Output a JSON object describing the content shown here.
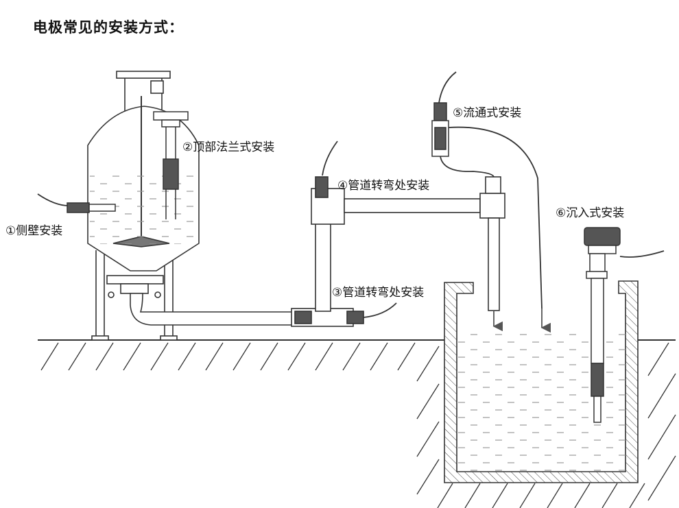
{
  "title": "电极常见的安装方式：",
  "labels": {
    "side_wall": "①侧壁安装",
    "top_flange": "②顶部法兰式安装",
    "pipe_bend_low": "③管道转弯处安装",
    "pipe_bend_high": "④管道转弯处安装",
    "flow_through": "⑤流通式安装",
    "immersion": "⑥沉入式安装"
  },
  "colors": {
    "line": "#333333",
    "fill": "#ffffff",
    "sensor": "#555555",
    "water": "#9a9a9a"
  }
}
